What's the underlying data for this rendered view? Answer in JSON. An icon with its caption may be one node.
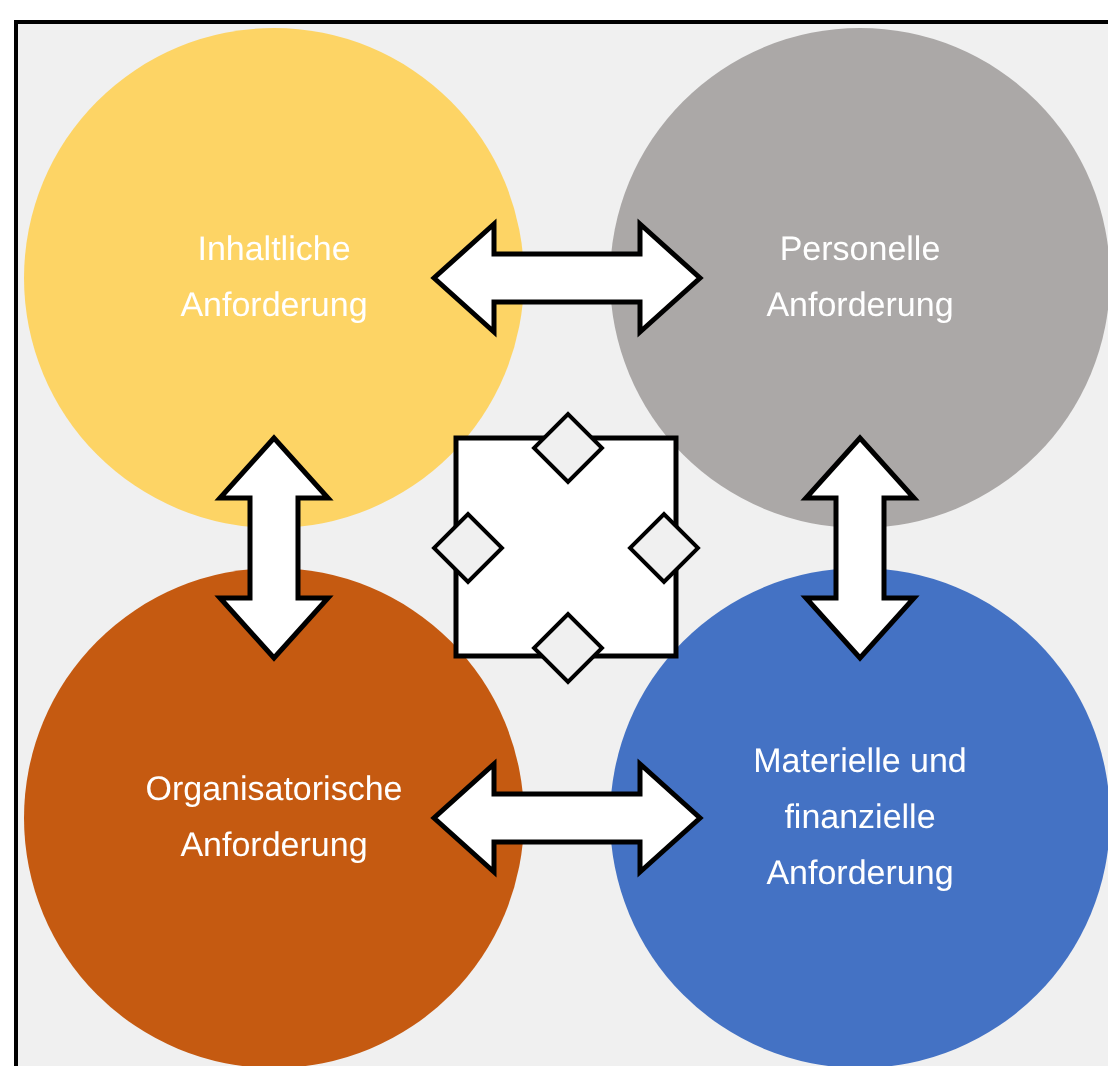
{
  "diagram": {
    "nodes": [
      {
        "text": [
          "Inhaltliche Anforderung"
        ]
      },
      {
        "text": [
          "Personelle Anforderung"
        ]
      },
      {
        "text": [
          "Organisatorische Anforderung"
        ]
      },
      {
        "text": [
          "Materielle und finanzielle Anforderung"
        ]
      }
    ],
    "edges": [
      {
        "from": 0,
        "to": 1,
        "arrow": "both"
      },
      {
        "from": 0,
        "to": 2,
        "arrow": "both"
      },
      {
        "from": 1,
        "to": 3,
        "arrow": "both"
      },
      {
        "from": 2,
        "to": 3,
        "arrow": "both"
      }
    ]
  }
}
